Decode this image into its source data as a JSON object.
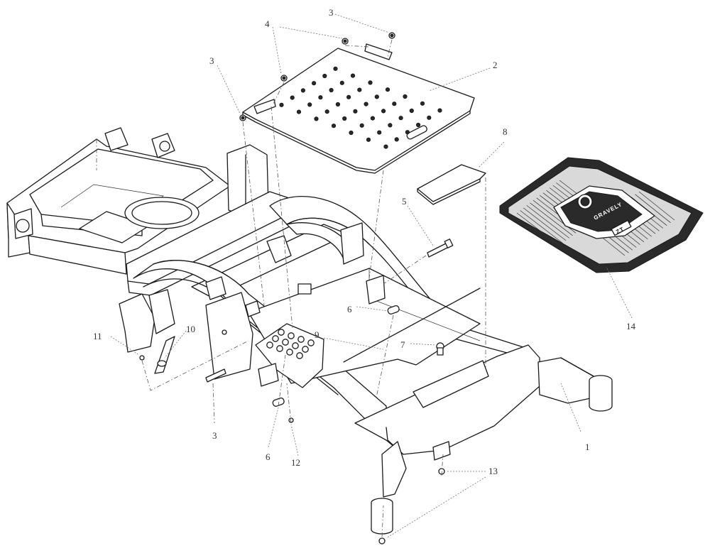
{
  "callouts": [
    {
      "id": "1",
      "label": "1"
    },
    {
      "id": "2",
      "label": "2"
    },
    {
      "id": "3a",
      "label": "3"
    },
    {
      "id": "3b",
      "label": "3"
    },
    {
      "id": "3c",
      "label": "3"
    },
    {
      "id": "4",
      "label": "4"
    },
    {
      "id": "5",
      "label": "5"
    },
    {
      "id": "6a",
      "label": "6"
    },
    {
      "id": "6b",
      "label": "6"
    },
    {
      "id": "7",
      "label": "7"
    },
    {
      "id": "8",
      "label": "8"
    },
    {
      "id": "9",
      "label": "9"
    },
    {
      "id": "10",
      "label": "10"
    },
    {
      "id": "11",
      "label": "11"
    },
    {
      "id": "12",
      "label": "12"
    },
    {
      "id": "13",
      "label": "13"
    },
    {
      "id": "14",
      "label": "14"
    }
  ],
  "floor_mat": {
    "logo_text": "GRAVELY",
    "model_badge": "ZT"
  },
  "colors": {
    "ink": "#1a1a1a",
    "background": "#ffffff"
  }
}
